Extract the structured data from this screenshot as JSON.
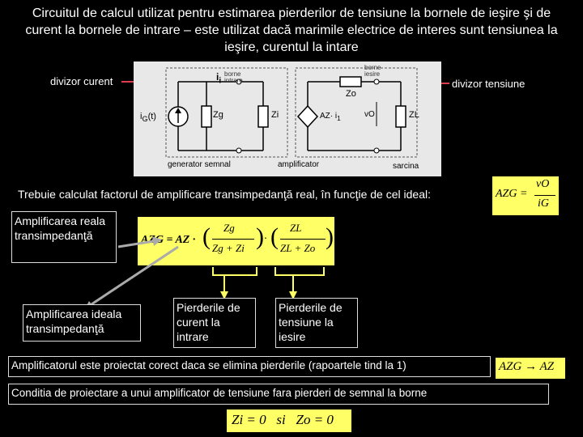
{
  "title": "Circuitul de calcul utilizat pentru estimarea pierderilor de tensiune la bornele de ieşire şi de curent la bornele de intrare – este utilizat dacă marimile electrice de interes sunt tensiunea la ieşire, curentul la intare",
  "labels": {
    "divizor_curent": "divizor curent",
    "divizor_tensiune": "divizor tensiune"
  },
  "circuit": {
    "ii": "i",
    "ii_sub": "i",
    "borne_intrare": "borne\nintrare",
    "borne_iesire": "borne\niesire",
    "ig": "i",
    "ig_sub": "G",
    "ig_t": "(t)",
    "zg": "Zg",
    "zi": "Zi",
    "zo": "Zo",
    "az_ii": "AZ· i",
    "az_sub": "1",
    "vo": "vO",
    "zl": "ZL",
    "generator": "generator semnal",
    "amplificator": "amplificator",
    "sarcina": "sarcina"
  },
  "sentence": "Trebuie calculat factorul de amplificare transimpedanţă real, în funcţie de cel ideal:",
  "boxes": {
    "real": "Amplificarea reala transimpedanţă",
    "ideal": "Amplificarea ideala transimpedanţă",
    "pierderi_curent": "Pierderile de curent la intrare",
    "pierderi_tensiune": "Pierderile de tensiune la iesire",
    "amplificator_corect": "Amplificatorul este proiectat corect daca se elimina pierderile (rapoartele tind la 1)",
    "conditia": "Conditia de proiectare a unui amplificator de tensiune fara pierderi de semnal la borne"
  },
  "formulas": {
    "azg_lhs": "AZG =",
    "vo": "vO",
    "ig": "iG",
    "main_lhs": "AZG = AZ ·",
    "zg": "Zg",
    "zg_zi": "Zg + Zi",
    "zl": "ZL",
    "zl_zo": "ZL + Zo",
    "dot": "·",
    "limit": "AZG → AZ",
    "cond": "Zi = 0   si   Zo = 0"
  },
  "colors": {
    "arrow": "#e03c50",
    "highlight": "#ffff66",
    "connector": "#aaaaaa"
  }
}
